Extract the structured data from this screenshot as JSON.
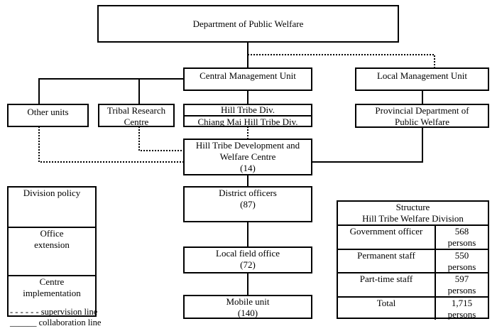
{
  "nodes": {
    "department": "Department of Public Welfare",
    "central_management": "Central Management Unit",
    "local_management": "Local Management Unit",
    "other_units": "Other units",
    "tribal_research": "Tribal Research Centre",
    "hill_tribe_div": "Hill Tribe Div.",
    "chiang_mai_div": "Chiang Mai Hill Tribe Div.",
    "provincial_dept": "Provincial Department of Public Welfare",
    "dev_centre": "Hill Tribe Development and Welfare Centre",
    "dev_centre_count": "(14)",
    "district_officers": "District officers",
    "district_officers_count": "(87)",
    "local_field_office": "Local field office",
    "local_field_office_count": "(72)",
    "mobile_unit": "Mobile unit",
    "mobile_unit_count": "(140)"
  },
  "levels": [
    "Division policy",
    "Office extension",
    "Centre implementation"
  ],
  "structure_table": {
    "title": "Structure",
    "subtitle": "Hill Tribe Welfare Division",
    "rows": [
      {
        "label": "Government officer",
        "value": "568",
        "unit": "persons"
      },
      {
        "label": "Permanent staff",
        "value": "550",
        "unit": "persons"
      },
      {
        "label": "Part-time staff",
        "value": "597",
        "unit": "persons"
      },
      {
        "label": "Total",
        "value": "1,715",
        "unit": "persons"
      }
    ]
  },
  "legend": {
    "supervision_symbol": "- - - - - -",
    "supervision": "supervision line",
    "collaboration_symbol": "______",
    "collaboration": "collaboration line"
  }
}
